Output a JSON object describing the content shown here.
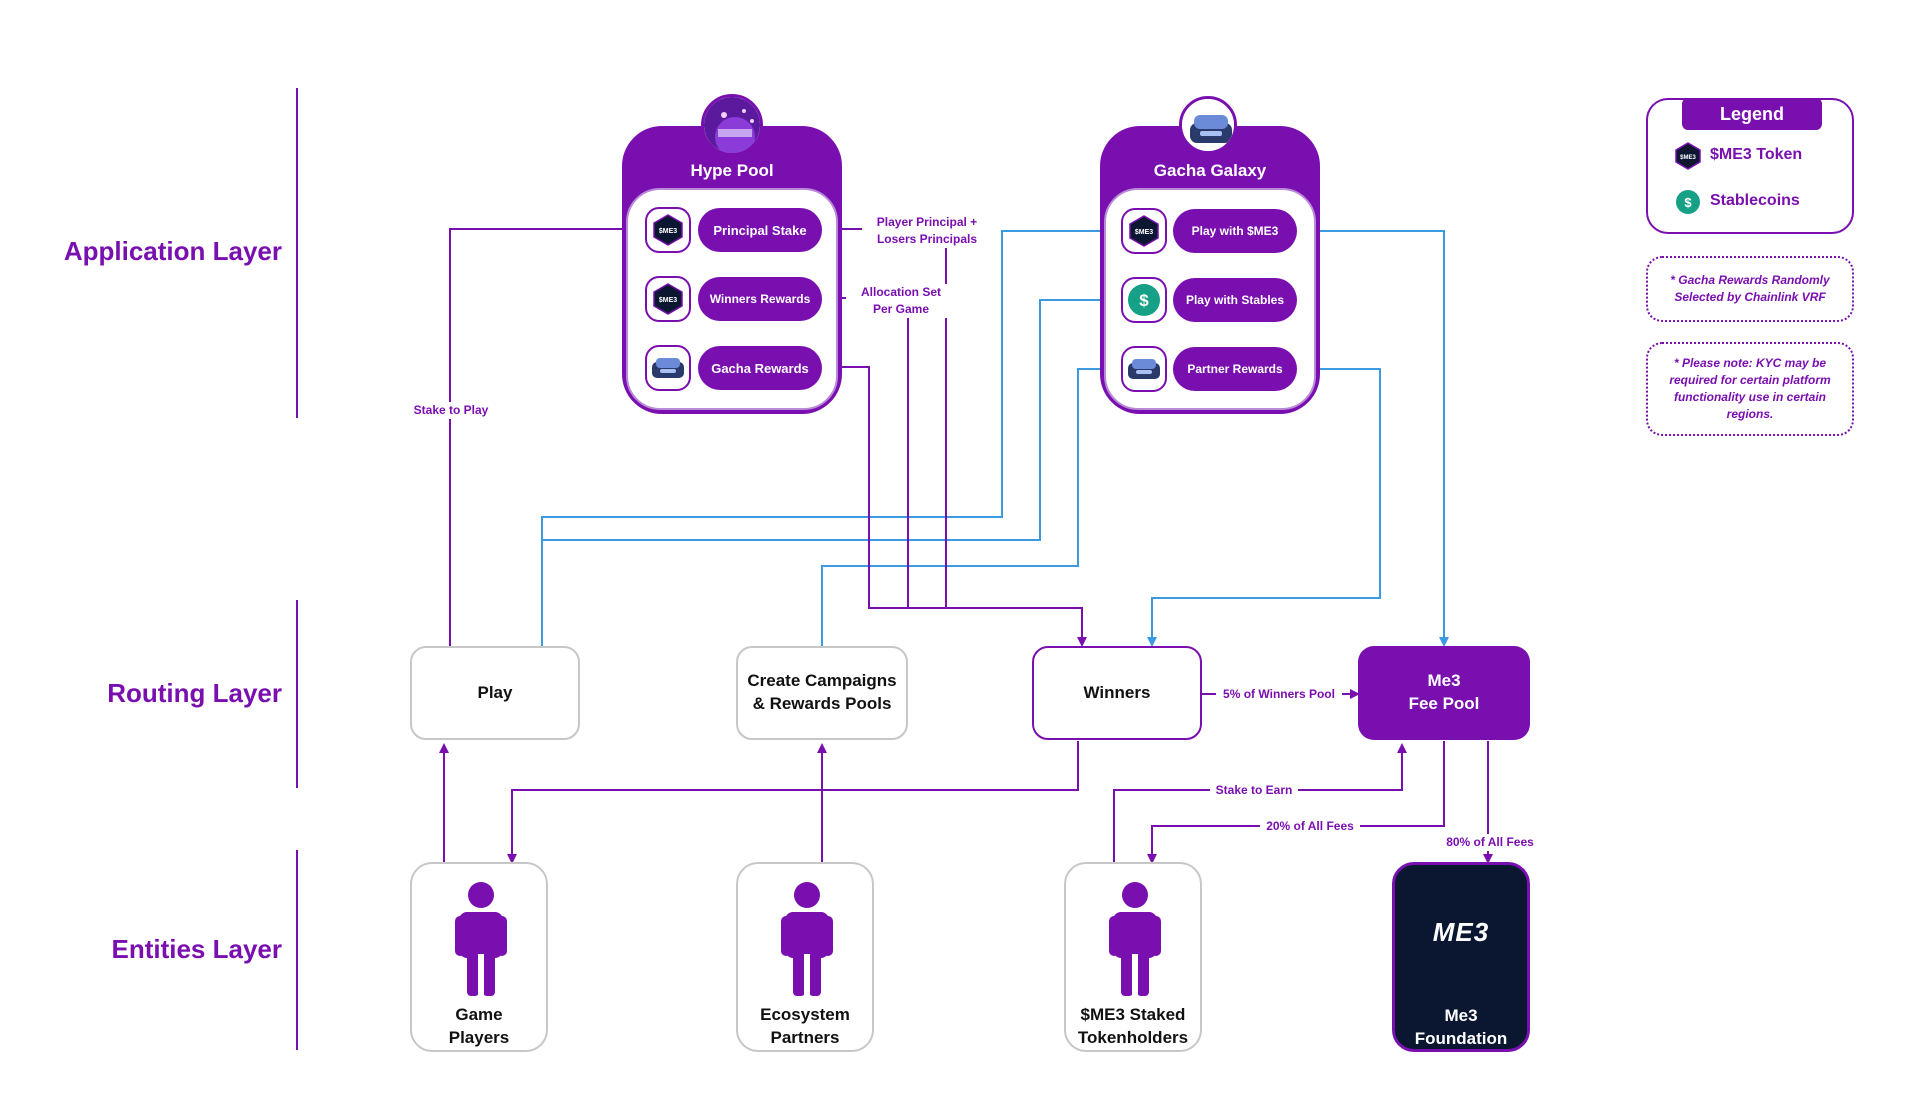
{
  "layers": {
    "application": "Application Layer",
    "routing": "Routing Layer",
    "entities": "Entities Layer"
  },
  "hype_pool": {
    "title": "Hype Pool",
    "rows": [
      "Principal Stake",
      "Winners Rewards",
      "Gacha Rewards"
    ]
  },
  "gacha_galaxy": {
    "title": "Gacha Galaxy",
    "rows": [
      "Play with $ME3",
      "Play with Stables",
      "Partner Rewards"
    ]
  },
  "routing": {
    "play": "Play",
    "campaigns_line1": "Create Campaigns",
    "campaigns_line2": "& Rewards Pools",
    "winners": "Winners",
    "fee_pool_line1": "Me3",
    "fee_pool_line2": "Fee Pool"
  },
  "entities": {
    "players_line1": "Game",
    "players_line2": "Players",
    "partners_line1": "Ecosystem",
    "partners_line2": "Partners",
    "stakers_line1": "$ME3 Staked",
    "stakers_line2": "Tokenholders",
    "foundation_logo": "ME3",
    "foundation_line1": "Me3",
    "foundation_line2": "Foundation"
  },
  "flows": {
    "stake_to_play": "Stake to Play",
    "player_principal_line1": "Player Principal +",
    "player_principal_line2": "Losers Principals",
    "allocation_line1": "Allocation Set",
    "allocation_line2": "Per Game",
    "winners_pool_cut": "5% of Winners Pool",
    "stake_to_earn": "Stake to Earn",
    "twenty_pct": "20% of All Fees",
    "eighty_pct": "80% of All Fees"
  },
  "legend": {
    "title": "Legend",
    "token": "$ME3 Token",
    "stablecoins": "Stablecoins",
    "token_icon_text": "$ME3",
    "stable_icon_text": "$"
  },
  "notes": {
    "gacha": "* Gacha Rewards Randomly Selected by Chainlink VRF",
    "kyc": "* Please note: KYC may be required for certain platform functionality use in certain regions."
  },
  "colors": {
    "purple": "#7a0fb0",
    "blue": "#3a9be0",
    "teal": "#16a085",
    "navy": "#0b1630"
  },
  "icons": [
    "me3-token-icon",
    "stablecoin-icon",
    "gacha-machine-icon",
    "person-icon",
    "hype-pool-avatar",
    "gacha-galaxy-avatar"
  ]
}
